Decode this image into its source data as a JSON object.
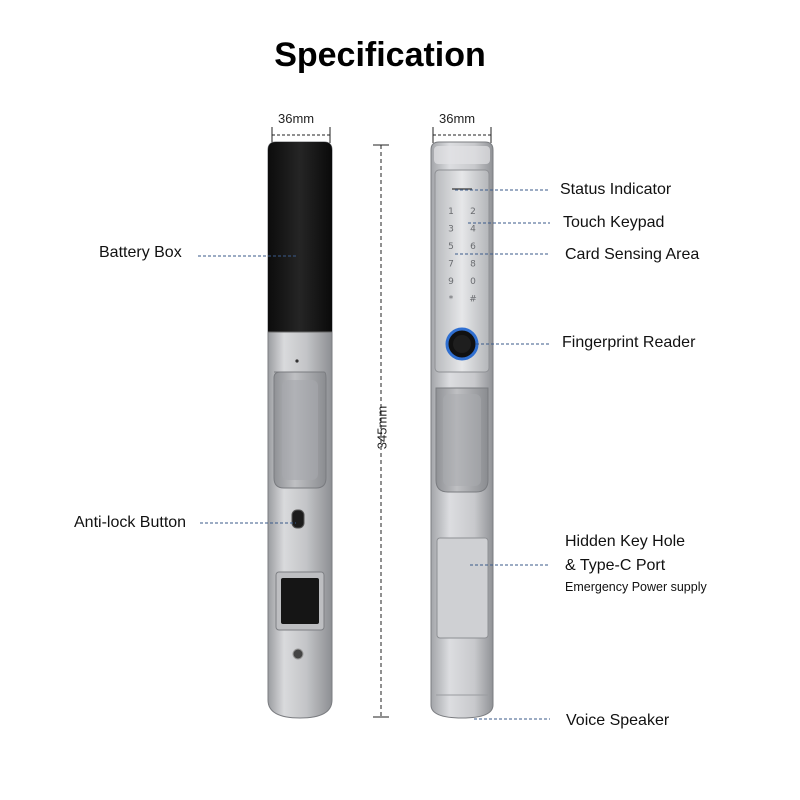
{
  "title": "Specification",
  "dimensions": {
    "width_left": "36mm",
    "width_right": "36mm",
    "height": "345mm"
  },
  "labels": {
    "battery_box": "Battery Box",
    "anti_lock_button": "Anti-lock Button",
    "status_indicator": "Status Indicator",
    "touch_keypad": "Touch Keypad",
    "card_sensing_area": "Card Sensing Area",
    "fingerprint_reader": "Fingerprint Reader",
    "hidden_key_hole_1": "Hidden Key Hole",
    "hidden_key_hole_2": "& Type-C Port",
    "emergency_power": "Emergency Power supply",
    "voice_speaker": "Voice Speaker"
  },
  "keypad": [
    "1",
    "2",
    "3",
    "4",
    "5",
    "6",
    "7",
    "8",
    "9",
    "0",
    "*",
    "#"
  ],
  "colors": {
    "metal": "#c9cacc",
    "battery": "#1a1a1a",
    "leader": "#3a5a8a",
    "fingerprint_ring": "#2f6fd1"
  }
}
